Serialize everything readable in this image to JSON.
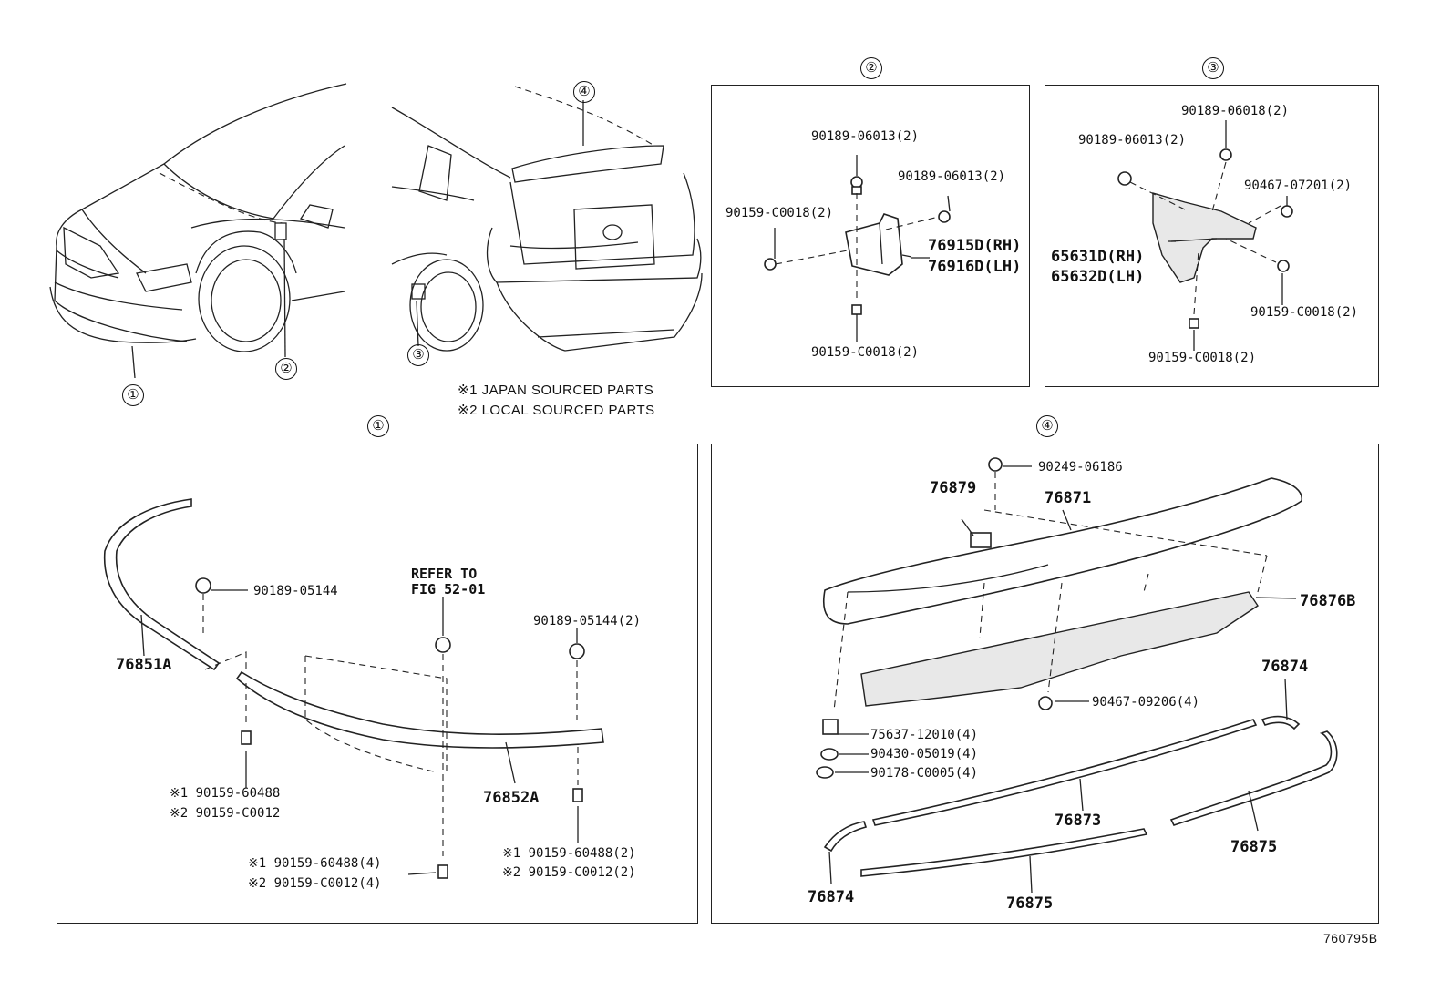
{
  "figure_code": "760795B",
  "callouts": [
    "①",
    "②",
    "③",
    "④"
  ],
  "notes": {
    "japan": "※1 JAPAN SOURCED PARTS",
    "local": "※2 LOCAL SOURCED PARTS"
  },
  "panel2": {
    "clip_top": "90189-06013(2)",
    "clip_right": "90189-06013(2)",
    "screw_left": "90159-C0018(2)",
    "screw_bottom": "90159-C0018(2)",
    "mudguard_rh": "76915D(RH)",
    "mudguard_lh": "76916D(LH)"
  },
  "panel3": {
    "clip_left": "90189-06013(2)",
    "clip_top": "90189-06018(2)",
    "clip_right": "90467-07201(2)",
    "mudguard_rh": "65631D(RH)",
    "mudguard_lh": "65632D(LH)",
    "screw_right": "90159-C0018(2)",
    "screw_bottom": "90159-C0018(2)"
  },
  "panel1": {
    "left_spoiler": "76851A",
    "center_spoiler": "76852A",
    "clip_left": "90189-05144",
    "refer_line1": "REFER TO",
    "refer_line2": "FIG 52-01",
    "clip_right": "90189-05144(2)",
    "screw_left_1": "※1 90159-60488",
    "screw_left_2": "※2 90159-C0012",
    "screw_mid_1": "※1 90159-60488(4)",
    "screw_mid_2": "※2 90159-C0012(4)",
    "screw_right_1": "※1 90159-60488(2)",
    "screw_right_2": "※2 90159-C0012(2)"
  },
  "panel4": {
    "bolt_top": "90249-06186",
    "spoiler": "76871",
    "cap": "76879",
    "bracket": "76876B",
    "clip_mid": "90467-09206(4)",
    "clip_a": "75637-12010(4)",
    "washer": "90430-05019(4)",
    "nut": "90178-C0005(4)",
    "seal_right": "76874",
    "seal_left": "76874",
    "tape_upper": "76873",
    "tape_lower": "76875",
    "tape_right": "76875"
  }
}
